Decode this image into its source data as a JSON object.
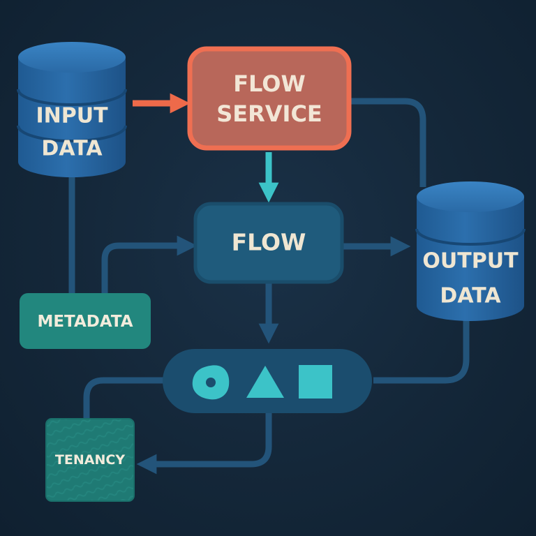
{
  "nodes": {
    "input_data": {
      "line1": "INPUT",
      "line2": "DATA"
    },
    "flow_service": {
      "line1": "FLOW",
      "line2": "SERVICE"
    },
    "flow": {
      "label": "FLOW"
    },
    "output_data": {
      "line1": "OUTPUT",
      "line2": "DATA"
    },
    "metadata": {
      "label": "METADATA"
    },
    "tenancy": {
      "label": "TENANCY"
    },
    "shapes_bar": {
      "icons": [
        "blob-icon",
        "triangle-icon",
        "square-icon"
      ]
    }
  },
  "colors": {
    "background": "#14283b",
    "database_blue": "#2a6aa6",
    "flow_service_fill": "#b8675a",
    "flow_service_border": "#ef6f52",
    "flow_fill": "#1f5b7c",
    "teal_box": "#22877e",
    "connector": "#23547a",
    "accent_cyan": "#3cc3c8",
    "accent_orange": "#ee6a4a",
    "label_text": "#efe6d2"
  }
}
